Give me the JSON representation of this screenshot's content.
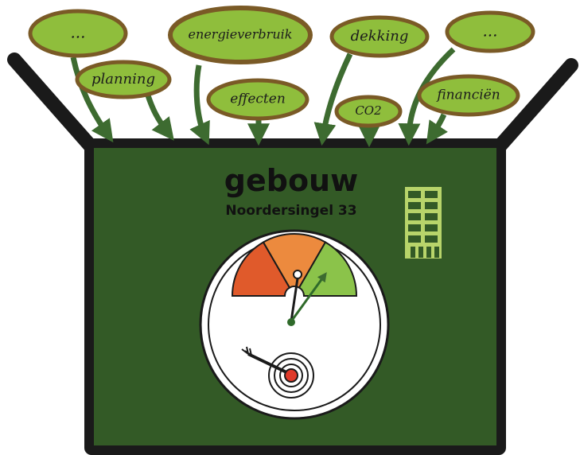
{
  "box": {
    "title": "gebouw",
    "subtitle": "Noordersingel 33"
  },
  "bubbles": [
    {
      "id": "more-left",
      "label": "..."
    },
    {
      "id": "planning",
      "label": "planning"
    },
    {
      "id": "energieverbruik",
      "label": "energieverbruik"
    },
    {
      "id": "effecten",
      "label": "effecten"
    },
    {
      "id": "dekking",
      "label": "dekking"
    },
    {
      "id": "co2",
      "label": "CO2"
    },
    {
      "id": "more-right",
      "label": "..."
    },
    {
      "id": "financien",
      "label": "financiën"
    }
  ],
  "gauge": {
    "segments": [
      "red",
      "orange",
      "green"
    ],
    "needle_segment": "green",
    "marker_segment": "orange"
  },
  "colors": {
    "box_fill": "#335a26",
    "box_border": "#1a1a1a",
    "bubble_fill": "#8fbe3c",
    "bubble_border": "#7a5a26",
    "arrow": "#3d6b30",
    "gauge_red": "#e05a2b",
    "gauge_orange": "#ec8a3e",
    "gauge_green": "#8bc34a",
    "building": "#b8d46a",
    "target_red": "#e03a2a"
  },
  "icons": [
    "building-icon",
    "target-icon",
    "gauge-icon"
  ]
}
